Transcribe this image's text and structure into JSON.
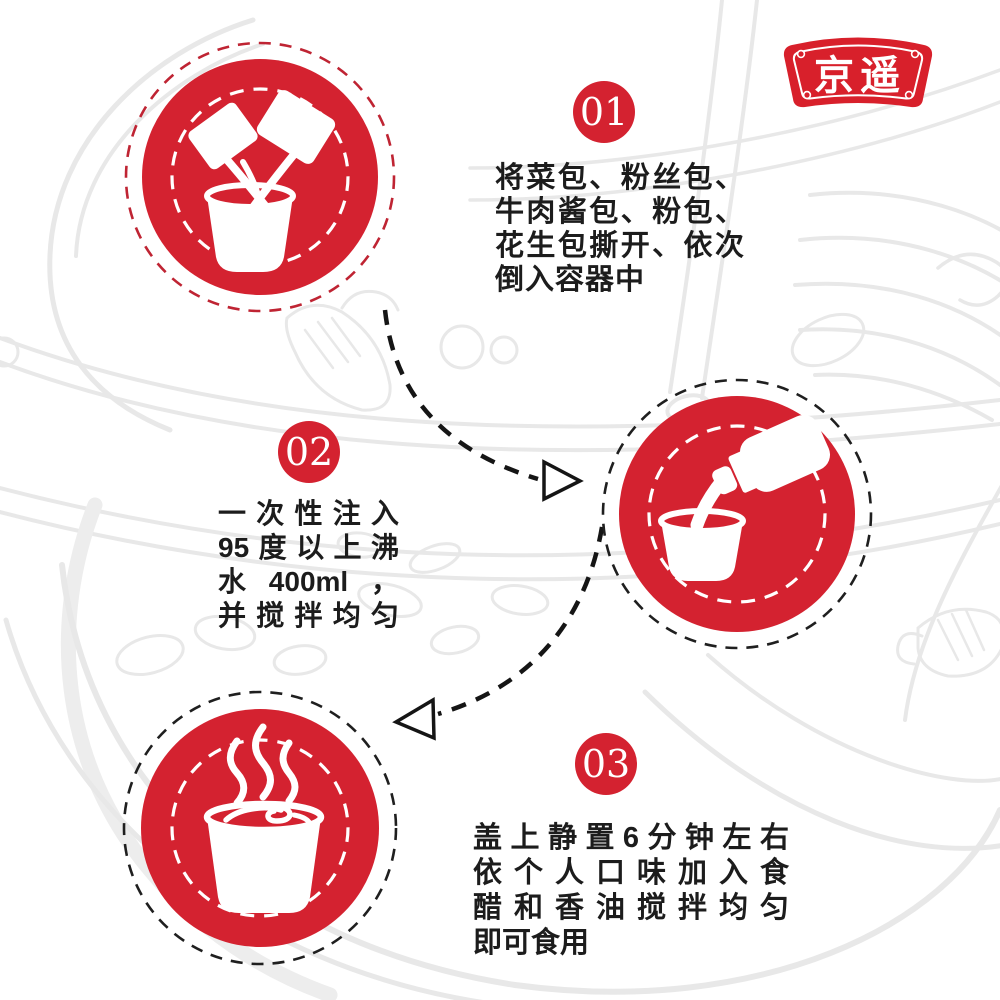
{
  "brand": {
    "logo_text": "京遥"
  },
  "colors": {
    "accent_red": "#d42230",
    "logo_red": "#d8202b",
    "ink": "#1c1c1c",
    "sketch_gray": "#e8e8e8",
    "step1_outer_ring": "#bf2433",
    "step23_outer_ring": "#1f1f1f"
  },
  "steps": [
    {
      "number": "01",
      "icon": "packets-into-cup",
      "lines": [
        "将菜包、粉丝包、",
        "牛肉酱包、粉包、",
        "花生包撕开、依次",
        "倒入容器中"
      ]
    },
    {
      "number": "02",
      "icon": "kettle-pouring-into-cup",
      "lines": [
        "一次性注入",
        "95度以上沸",
        "水400ml，",
        "并搅拌均匀"
      ]
    },
    {
      "number": "03",
      "icon": "steaming-cup",
      "lines": [
        "盖上静置6分钟左右",
        "依个人口味加入食",
        "醋和香油搅拌均匀",
        "即可食用"
      ]
    }
  ],
  "flow": {
    "arrow1": "step1-to-step2",
    "arrow2": "step2-to-step3"
  }
}
